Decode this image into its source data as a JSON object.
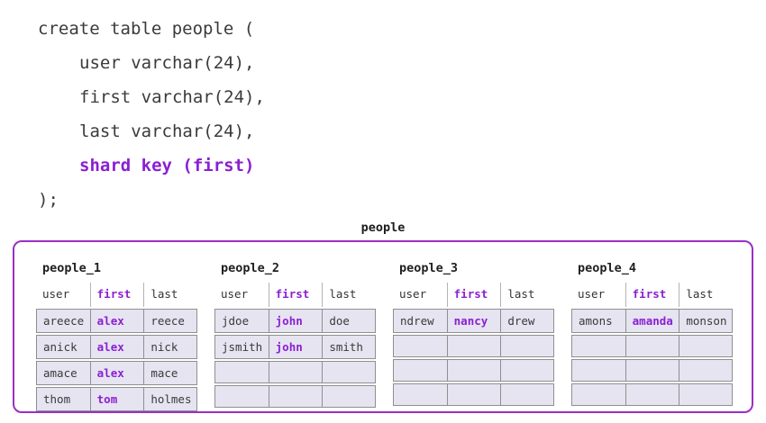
{
  "colors": {
    "accent_text_purple": "#8b1fd3",
    "accent_border_purple": "#9b2fc4",
    "cell_background": "#e6e4f0",
    "cell_border_gray": "#8f8f8f"
  },
  "code": {
    "lines": [
      "create table people (",
      "user varchar(24),",
      "first varchar(24),",
      "last varchar(24),",
      "shard key (first)",
      ");"
    ]
  },
  "cluster": {
    "label": "people",
    "column_headers": [
      "user",
      "first",
      "last"
    ],
    "tables": [
      {
        "title": "people_1",
        "rows": [
          [
            "areece",
            "alex",
            "reece"
          ],
          [
            "anick",
            "alex",
            "nick"
          ],
          [
            "amace",
            "alex",
            "mace"
          ],
          [
            "thom",
            "tom",
            "holmes"
          ]
        ]
      },
      {
        "title": "people_2",
        "rows": [
          [
            "jdoe",
            "john",
            "doe"
          ],
          [
            "jsmith",
            "john",
            "smith"
          ],
          [
            "",
            "",
            ""
          ],
          [
            "",
            "",
            ""
          ]
        ]
      },
      {
        "title": "people_3",
        "rows": [
          [
            "ndrew",
            "nancy",
            "drew"
          ],
          [
            "",
            "",
            ""
          ],
          [
            "",
            "",
            ""
          ],
          [
            "",
            "",
            ""
          ]
        ]
      },
      {
        "title": "people_4",
        "rows": [
          [
            "amons",
            "amanda",
            "monson"
          ],
          [
            "",
            "",
            ""
          ],
          [
            "",
            "",
            ""
          ],
          [
            "",
            "",
            ""
          ]
        ]
      }
    ]
  }
}
